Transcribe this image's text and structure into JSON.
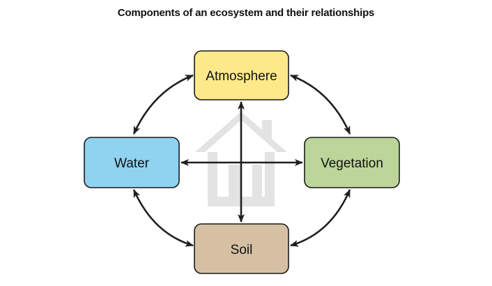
{
  "title": "Components of an ecosystem and their relationships",
  "nodes": {
    "atmosphere": {
      "label": "Atmosphere",
      "fill": "#fde98a"
    },
    "water": {
      "label": "Water",
      "fill": "#8fd3f0"
    },
    "vegetation": {
      "label": "Vegetation",
      "fill": "#bcd69a"
    },
    "soil": {
      "label": "Soil",
      "fill": "#d6c0a3"
    }
  },
  "colors": {
    "border": "#1a1a1a",
    "arrow": "#1f1f1f",
    "watermark": "#e3e3e3"
  },
  "watermark_icon": "house-icon"
}
